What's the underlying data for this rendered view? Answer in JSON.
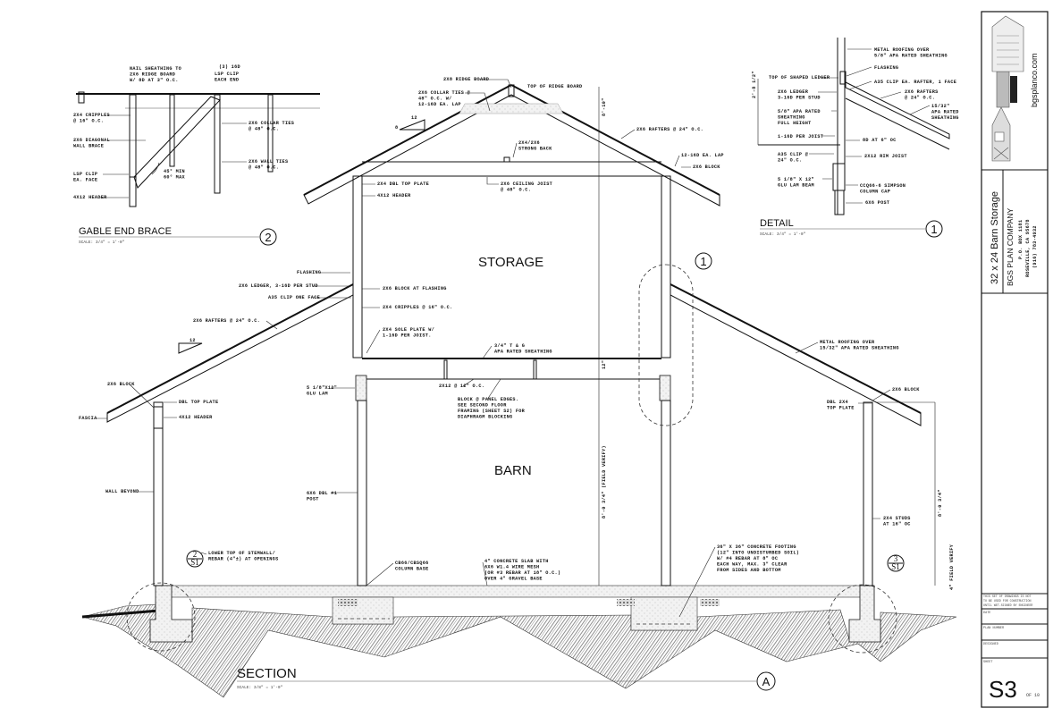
{
  "title_block": {
    "website": "bgsplanco.com",
    "project_title": "32 x 24 Barn Storage",
    "company": "BGS PLAN COMPANY",
    "address": [
      "P.O. BOX 1181",
      "ROSEVILLE, CA 95678",
      "(916) 783-4932"
    ],
    "disclaimer": [
      "THIS SET OF DRAWINGS IS NOT",
      "TO BE USED FOR CONSTRUCTION",
      "UNTIL WET-SIGNED BY ENGINEER"
    ],
    "date_label": "DATE",
    "plan_number_label": "PLAN NUMBER",
    "designed_label": "DESIGNED",
    "sheet_label": "SHEET",
    "sheet_number": "S3",
    "sheet_total": "OF 10"
  },
  "views": {
    "gable": {
      "title": "GABLE END BRACE",
      "scale": "SCALE: 3/4\" = 1'-0\"",
      "ref": "2"
    },
    "detail": {
      "title": "DETAIL",
      "scale": "SCALE: 3/4\" = 1'-0\"",
      "ref": "1"
    },
    "section": {
      "title": "SECTION",
      "scale": "SCALE: 3/8\" = 1'-0\"",
      "ref": "A"
    }
  },
  "rooms": {
    "storage": "STORAGE",
    "barn": "BARN"
  },
  "callouts": {
    "detail1": "1",
    "left_num": "2",
    "left_den": "S1",
    "right_num": "3",
    "right_den": "S1",
    "slope_rise": "8",
    "slope_run": "12",
    "slope_run2": "12"
  },
  "dims": {
    "ridge": "8'-10\"",
    "floor": "12\"",
    "barn": "8'-0 3/4\" (FIELD VERIFY)",
    "right_wall": "8'-0 3/4\"",
    "right_field": "4\" FIELD VERIFY",
    "detail": "2'-8 1/2\""
  },
  "notes": {
    "g_nail": [
      "NAIL SHEATHING TO",
      "2X6 RIDGE BOARD",
      "W/ 8D AT 3\" O.C."
    ],
    "g_16d": [
      "(3) 16D"
    ],
    "g_lsp": [
      "LSP CLIP",
      "EACH END"
    ],
    "g_cripples": [
      "2X4 CRIPPLES",
      "@ 16\" O.C."
    ],
    "g_diag": [
      "2X6 DIAGONAL",
      "WALL BRACE"
    ],
    "g_lspface": [
      "LSP CLIP",
      "EA. FACE"
    ],
    "g_header": [
      "4X12 HEADER"
    ],
    "g_collar": [
      "2X6 COLLAR TIES",
      "@ 48\" O.C."
    ],
    "g_wall": [
      "2X6 WALL TIES",
      "@ 48\" O.C."
    ],
    "g_angle": [
      "45° MIN",
      "60° MAX"
    ],
    "s_ridge": [
      "2X8 RIDGE BOARD"
    ],
    "s_topridge": [
      "TOP OF RIDGE BOARD"
    ],
    "s_collar": [
      "2X6 COLLAR TIES @",
      "48\" O.C. W/",
      "12-16D EA. LAP"
    ],
    "s_rafters": [
      "2X6 RAFTERS @ 24\" O.C."
    ],
    "s_strong": [
      "2X4/2X6",
      "STRONG BACK"
    ],
    "s_lap": [
      "12-16D EA. LAP"
    ],
    "s_block": [
      "2X6 BLOCK"
    ],
    "s_dbltop": [
      "2X4 DBL TOP PLATE"
    ],
    "s_header": [
      "4X12 HEADER"
    ],
    "s_joist": [
      "2X6 CEILING JOIST",
      "@ 48\" O.C."
    ],
    "m_flashing": [
      "FLASHING"
    ],
    "m_ledger": [
      "2X6 LEDGER, 3-16D PER STUD"
    ],
    "m_a35": [
      "A35 CLIP ONE FACE"
    ],
    "m_blockfl": [
      "2X6 BLOCK AT FLASHING"
    ],
    "m_cripples": [
      "2X4 CRIPPLES @ 16\" O.C."
    ],
    "m_rafters": [
      "2X6 RAFTERS @ 24\" O.C."
    ],
    "m_sole": [
      "2X4 SOLE PLATE W/",
      "1-16D PER JOIST."
    ],
    "m_tg": [
      "3/4\" T & G",
      "APA RATED SHEATHING"
    ],
    "m_2x12": [
      "2X12 @ 12\" O.C."
    ],
    "m_blocking": [
      "BLOCK @ PANEL EDGES.",
      "SEE SECOND FLOOR",
      "FRAMING (SHEET S2) FOR",
      "DIAPHRAGM BLOCKING"
    ],
    "m_glulam": [
      "5 1/8\"X12\"",
      "GLU LAM"
    ],
    "l_block": [
      "2X6 BLOCK"
    ],
    "l_dbltop": [
      "DBL TOP PLATE"
    ],
    "l_header": [
      "4X12 HEADER"
    ],
    "l_fascia": [
      "FASCIA"
    ],
    "l_wall": [
      "WALL BEYOND"
    ],
    "l_post": [
      "6X6 DBL #1",
      "POST"
    ],
    "l_stem": [
      "LOWER TOP OF STEMWALL/",
      "REBAR (4\"±) AT OPENINGS"
    ],
    "b_colbase": [
      "CB66/CBSQ66",
      "COLUMN BASE"
    ],
    "b_slab": [
      "4\" CONCRETE SLAB WITH",
      "6X6 W1.4 WIRE MESH",
      "(OR #3 REBAR AT 18\" O.C.)",
      "OVER 4\" GRAVEL BASE"
    ],
    "b_footing": [
      "36\" X 36\" CONCRETE FOOTING",
      "(12\" INTO UNDISTURBED SOIL)",
      "W/ #4 REBAR AT 8\" OC",
      "EACH WAY, MAX. 3\" CLEAR",
      "FROM SIDES AND BOTTOM"
    ],
    "r_roofing": [
      "METAL ROOFING OVER",
      "15/32\" APA RATED SHEATHING"
    ],
    "r_block": [
      "2X6 BLOCK"
    ],
    "r_top": [
      "DBL 2X4",
      "TOP PLATE"
    ],
    "r_studs": [
      "2X4 STUDS",
      "AT 16\" OC"
    ],
    "d_roofing": [
      "METAL ROOFING OVER",
      "5/8\" APA RATED SHEATHING"
    ],
    "d_flashing": [
      "FLASHING"
    ],
    "d_topledger": [
      "TOP OF SHAPED LEDGER"
    ],
    "d_a35": [
      "A35 CLIP EA. RAFTER, 1 FACE"
    ],
    "d_ledger": [
      "2X6 LEDGER",
      "3-16D PER STUD"
    ],
    "d_rafters": [
      "2X6 RAFTERS",
      "@ 24\" O.C."
    ],
    "d_1532": [
      "15/32\"",
      "APA RATED",
      "SHEATHING"
    ],
    "d_58": [
      "5/8\" APA RATED",
      "SHEATHING",
      "FULL HEIGHT"
    ],
    "d_116": [
      "1-16D PER JOIST"
    ],
    "d_8d": [
      "8D AT 6\" OC"
    ],
    "d_rim": [
      "2X12 RIM JOIST"
    ],
    "d_a35b": [
      "A35 CLIP @",
      "24\" O.C."
    ],
    "d_glulam": [
      "5 1/8\" X 12\"",
      "GLU LAM BEAM"
    ],
    "d_cap": [
      "CCQ66-6 SIMPSON",
      "COLUMN CAP"
    ],
    "d_post": [
      "6X6 POST"
    ]
  }
}
